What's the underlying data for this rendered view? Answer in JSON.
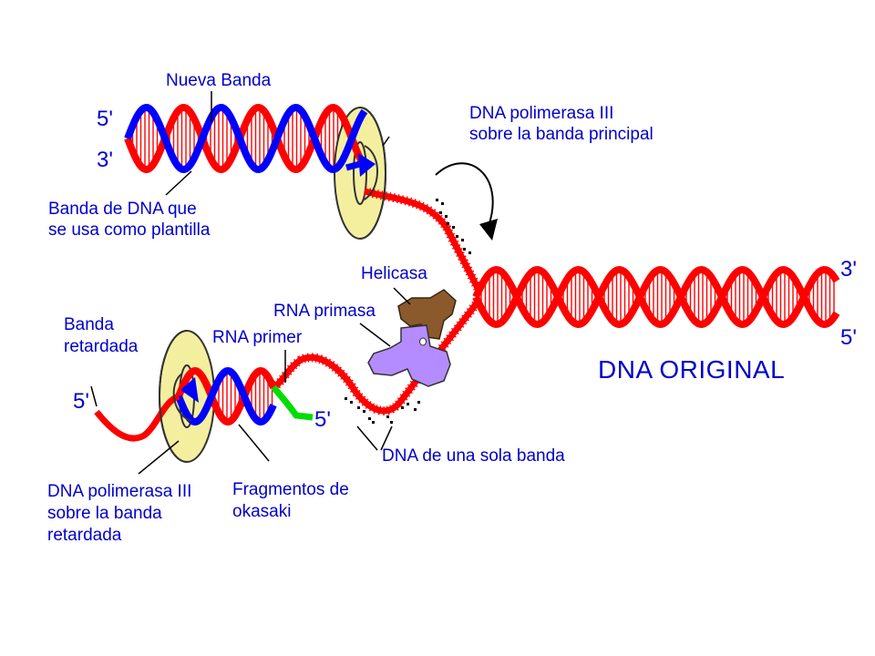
{
  "colors": {
    "original_strand": "#ff0000",
    "new_strand": "#0000ff",
    "primer": "#00dd00",
    "polymerase": "#f4ef9f",
    "helicase": "#8a5a2c",
    "primase": "#b58cff",
    "label_text": "#0000cc"
  },
  "labels": {
    "nueva_banda": "Nueva Banda",
    "banda_plantilla_1": "Banda de DNA que",
    "banda_plantilla_2": "se usa como plantilla",
    "polimerasa_principal_1": "DNA polimerasa III",
    "polimerasa_principal_2": "sobre la banda principal",
    "helicasa": "Helicasa",
    "rna_primasa": "RNA primasa",
    "rna_primer": "RNA primer",
    "banda_retardada_1": "Banda",
    "banda_retardada_2": "retardada",
    "dna_original": "DNA ORIGINAL",
    "una_sola_banda": "DNA de una sola banda",
    "polimerasa_retardada_1": "DNA polimerasa III",
    "polimerasa_retardada_2": "sobre la banda",
    "polimerasa_retardada_3": "retardada",
    "okasaki_1": "Fragmentos de",
    "okasaki_2": "okasaki"
  },
  "ends": {
    "top_5": "5'",
    "top_3": "3'",
    "right_3": "3'",
    "right_5": "5'",
    "lower_5": "5'",
    "primer_5": "5'"
  }
}
